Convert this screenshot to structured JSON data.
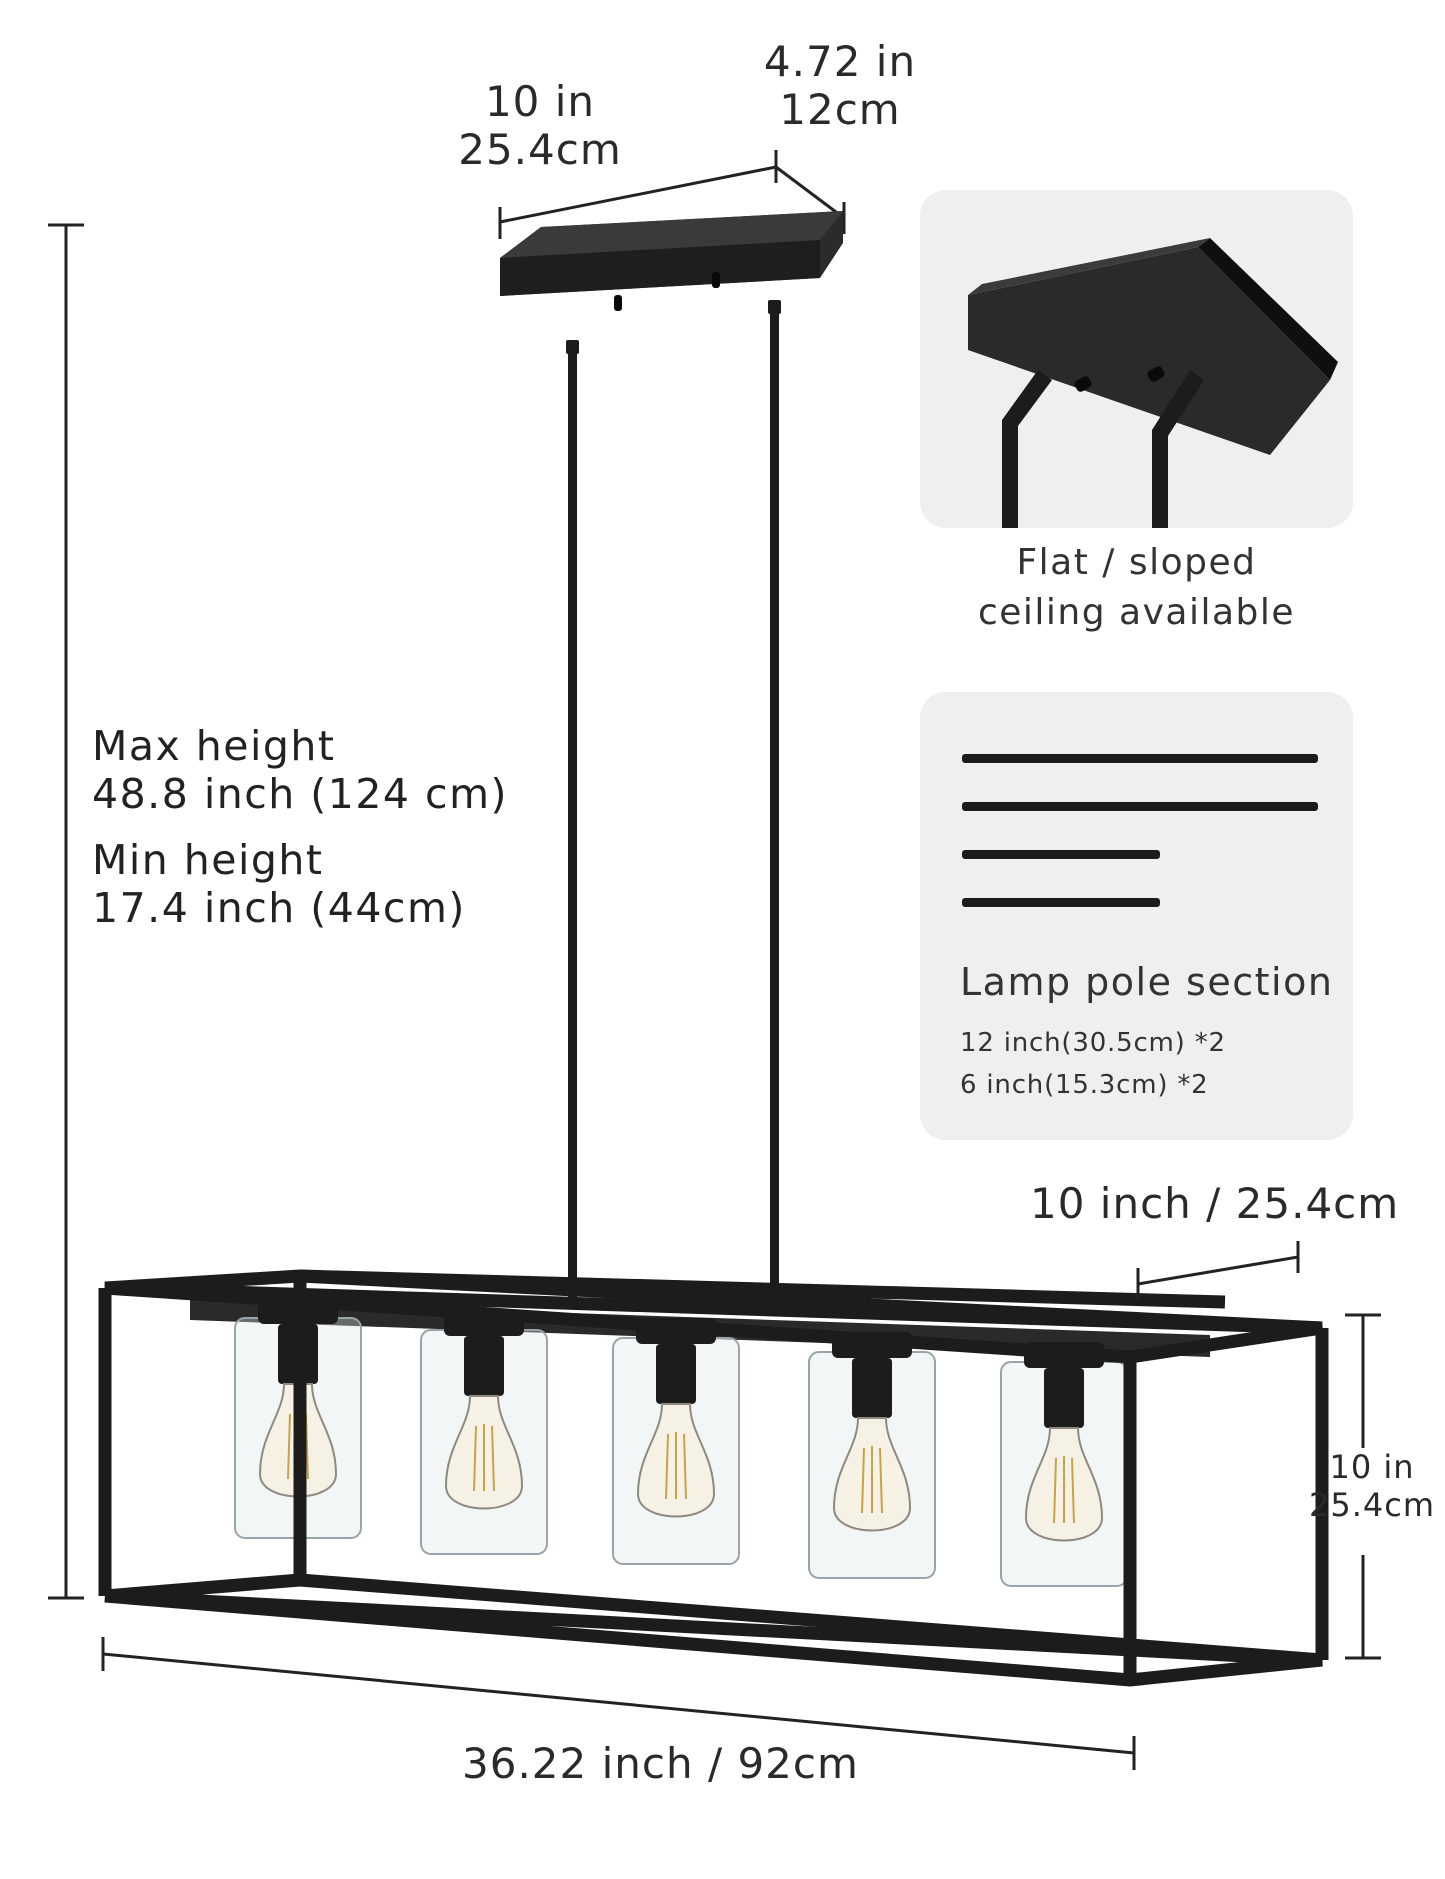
{
  "dimensions": {
    "canopy_length": {
      "imperial": "10 in",
      "metric": "25.4cm"
    },
    "canopy_width": {
      "imperial": "4.72 in",
      "metric": "12cm"
    },
    "frame_depth": "10 inch / 25.4cm",
    "frame_height": {
      "imperial": "10 in",
      "metric": "25.4cm"
    },
    "frame_length": "36.22 inch / 92cm"
  },
  "height_specs": {
    "max_label": "Max height",
    "max_value": "48.8 inch (124 cm)",
    "min_label": "Min height",
    "min_value": "17.4 inch (44cm)"
  },
  "ceiling_panel": {
    "line1": "Flat / sloped",
    "line2": "ceiling available"
  },
  "pole_panel": {
    "title": "Lamp pole section",
    "items": [
      "12 inch(30.5cm) *2",
      "6 inch(15.3cm) *2"
    ]
  },
  "colors": {
    "fixture": "#1c1c1c",
    "panel_bg": "#efefef",
    "glass": "#9aa3a8"
  },
  "icons": {
    "fixture": "linear-chandelier-illustration",
    "canopy": "sloped-ceiling-canopy-illustration",
    "poles": "lamp-pole-rods-illustration"
  }
}
